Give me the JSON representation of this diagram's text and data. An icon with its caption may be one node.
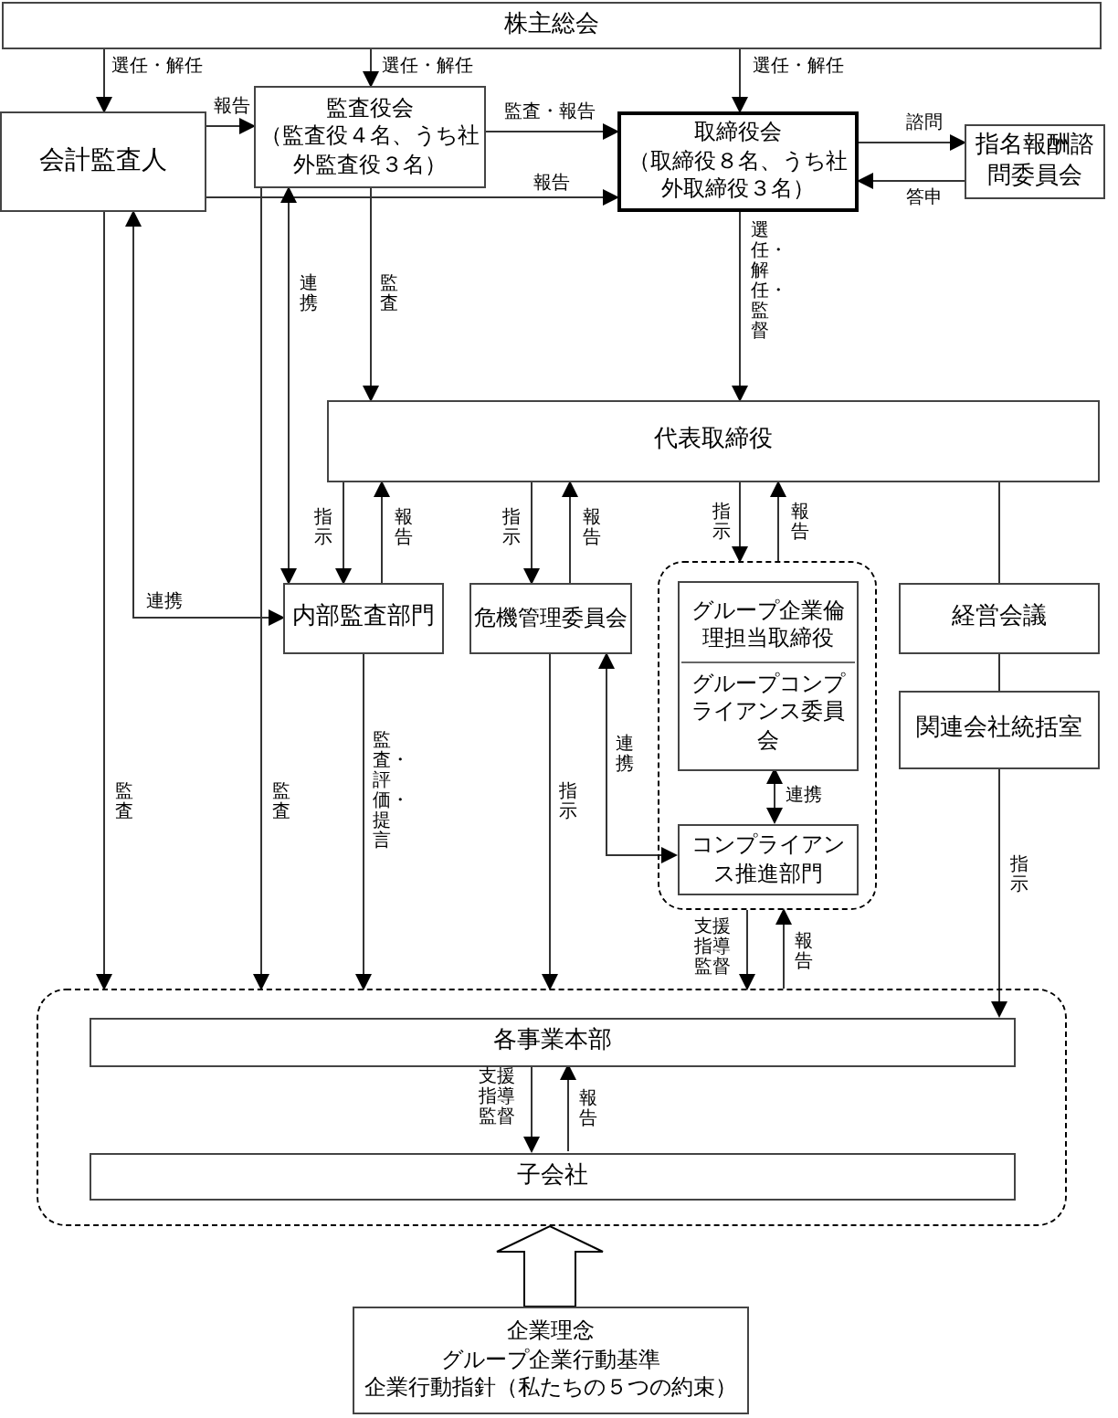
{
  "diagram": {
    "nodes": [
      {
        "text": [
          "株主総会"
        ]
      },
      {
        "text": [
          "会計監査人"
        ]
      },
      {
        "text": [
          "監査役会",
          "（監査役４名、うち社外監査役３名）"
        ]
      },
      {
        "text": [
          "取締役会",
          "（取締役８名、うち社外取締役３名）"
        ]
      },
      {
        "text": [
          "指名報酬諮問委員会"
        ]
      },
      {
        "text": [
          "代表取締役"
        ]
      },
      {
        "text": [
          "内部監査部門"
        ]
      },
      {
        "text": [
          "危機管理委員会"
        ]
      },
      {
        "text": [],
        "shape": "box"
      },
      {
        "text": [
          "グループ企業倫理担当取締役",
          "グループコンプライアンス委員会"
        ],
        "in": 8
      },
      {
        "text": [
          "コンプライアンス推進部門"
        ],
        "in": 8
      },
      {
        "text": [
          "経営会議"
        ]
      },
      {
        "text": [
          "関連会社統括室"
        ]
      },
      {
        "text": [],
        "shape": "box"
      },
      {
        "text": [
          "各事業本部"
        ],
        "in": 13
      },
      {
        "text": [
          "子会社"
        ],
        "in": 13
      },
      {
        "text": [
          "企業理念",
          "グループ企業行動基準",
          "企業行動指針（私たちの５つの約束）"
        ]
      }
    ],
    "edges": [
      {
        "from": 0,
        "to": 1,
        "arrow": "to",
        "label": "選任・解任"
      },
      {
        "from": 0,
        "to": 2,
        "arrow": "to",
        "label": "選任・解任"
      },
      {
        "from": 0,
        "to": 3,
        "arrow": "to",
        "label": "選任・解任"
      },
      {
        "from": 1,
        "to": 2,
        "arrow": "to",
        "label": "報告"
      },
      {
        "from": 2,
        "to": 3,
        "arrow": "to",
        "label": "監査・報告"
      },
      {
        "from": 1,
        "to": 3,
        "arrow": "to",
        "label": "報告"
      },
      {
        "from": 3,
        "to": 4,
        "arrow": "to",
        "label": "諮問"
      },
      {
        "from": 4,
        "to": 3,
        "arrow": "to",
        "label": "答申"
      },
      {
        "from": 3,
        "to": 5,
        "arrow": "to",
        "label": "選任・解任・監督"
      },
      {
        "from": 2,
        "to": 5,
        "arrow": "to",
        "label": "監査"
      },
      {
        "from": 2,
        "to": 6,
        "arrow": "both",
        "label": "連携"
      },
      {
        "from": 1,
        "to": 6,
        "arrow": "both",
        "label": "連携"
      },
      {
        "from": 5,
        "to": 6,
        "arrow": "to",
        "label": "指示"
      },
      {
        "from": 6,
        "to": 5,
        "arrow": "to",
        "label": "報告"
      },
      {
        "from": 5,
        "to": 7,
        "arrow": "to",
        "label": "指示"
      },
      {
        "from": 7,
        "to": 5,
        "arrow": "to",
        "label": "報告"
      },
      {
        "from": 5,
        "to": 8,
        "arrow": "to",
        "label": "指示"
      },
      {
        "from": 8,
        "to": 5,
        "arrow": "to",
        "label": "報告"
      },
      {
        "from": 5,
        "to": 11,
        "arrow": "none"
      },
      {
        "from": 11,
        "to": 12,
        "arrow": "none"
      },
      {
        "from": 1,
        "to": 13,
        "arrow": "to",
        "label": "監査"
      },
      {
        "from": 2,
        "to": 13,
        "arrow": "to",
        "label": "監査"
      },
      {
        "from": 6,
        "to": 13,
        "arrow": "to",
        "label": "監査・評価・提言"
      },
      {
        "from": 7,
        "to": 13,
        "arrow": "to",
        "label": "指示"
      },
      {
        "from": 7,
        "to": 10,
        "arrow": "both",
        "label": "連携"
      },
      {
        "from": 9,
        "to": 10,
        "arrow": "both",
        "label": "連携"
      },
      {
        "from": 8,
        "to": 13,
        "arrow": "to",
        "label": "支援指導監督"
      },
      {
        "from": 13,
        "to": 8,
        "arrow": "to",
        "label": "報告"
      },
      {
        "from": 12,
        "to": 14,
        "arrow": "to",
        "label": "指示"
      },
      {
        "from": 14,
        "to": 15,
        "arrow": "to",
        "label": "支援指導監督"
      },
      {
        "from": 15,
        "to": 14,
        "arrow": "to",
        "label": "報告"
      },
      {
        "from": 16,
        "to": 13,
        "arrow": "to",
        "style": "thick"
      }
    ]
  }
}
